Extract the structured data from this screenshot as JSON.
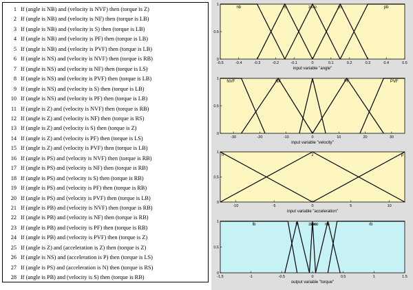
{
  "rules": [
    {
      "n": "1",
      "text": "If (angle is NB) and (velocity is NVF) then (torque is Z)"
    },
    {
      "n": "2",
      "text": "If (angle is NB) and (velocity is NF) then (torque is LB)"
    },
    {
      "n": "3",
      "text": "If (angle is NB) and (velocity is S) then (torque is LB)"
    },
    {
      "n": "4",
      "text": "If (angle is NB) and (velocity is PF) then (torque is LB)"
    },
    {
      "n": "5",
      "text": "If (angle is NB) and (velocity is PVF) then (torque is LB)"
    },
    {
      "n": "6",
      "text": "If (angle is NS) and (velocity is NVF) then (torque is RB)"
    },
    {
      "n": "7",
      "text": "If (angle is NS) and (velocity is NF) then (torque is LS)"
    },
    {
      "n": "8",
      "text": "If (angle is NS) and (velocity is PVF) then (torque is LB)"
    },
    {
      "n": "9",
      "text": "If (angle is NS) and (velocity is S) then (torque is LB)"
    },
    {
      "n": "10",
      "text": "If (angle is NS) and (velocity is PF) then (torque is LB)"
    },
    {
      "n": "11",
      "text": "If (angle is Z) and (velocity is NVF) then (torque is RB)"
    },
    {
      "n": "12",
      "text": "If (angle is Z) and (velocity is NF) then (torque is RS)"
    },
    {
      "n": "13",
      "text": "If (angle is Z) and (velocity is S) then (torque is Z)"
    },
    {
      "n": "14",
      "text": "If (angle is Z) and (velocity is PF) then (torque is LS)"
    },
    {
      "n": "15",
      "text": "If (angle is Z) and (velocity is PVF) then (torque is LB)"
    },
    {
      "n": "16",
      "text": "If (angle is PS) and (velocity is NVF) then (torque is RB)"
    },
    {
      "n": "17",
      "text": "If (angle is PS) and (velocity is NF) then (torque is RB)"
    },
    {
      "n": "18",
      "text": "If (angle is PS) and (velocity is S) then (torque is RB)"
    },
    {
      "n": "19",
      "text": "If (angle is PS) and (velocity is PF) then (torque is RB)"
    },
    {
      "n": "20",
      "text": "If (angle is PS) and (velocity is PVF) then (torque is LB)"
    },
    {
      "n": "21",
      "text": "If (angle is PB) and (velocity is NVF) then (torque is RB)"
    },
    {
      "n": "22",
      "text": "If (angle is PB) and (velocity is NF) then (torque is RB)"
    },
    {
      "n": "23",
      "text": "If (angle is PB) and (velocity is PF) then (torque is RB)"
    },
    {
      "n": "24",
      "text": "If (angle is PB) and (velocity is PVF) then (torque is Z)"
    },
    {
      "n": "25",
      "text": "If (angle is Z) and (acceleration is Z) then (torque is Z)"
    },
    {
      "n": "26",
      "text": "If (angle is NS) and (acceleration is P) then (torque is LS)"
    },
    {
      "n": "27",
      "text": "If (angle is PS) and (acceleration is N) then (torque is RS)"
    },
    {
      "n": "28",
      "text": "If (angle is PB) and (velocity is S) then (torque is RB)"
    }
  ],
  "chart_data": [
    {
      "type": "line",
      "title": "input variable \"angle\"",
      "xlim": [
        -0.5,
        0.5
      ],
      "ylim": [
        0,
        1
      ],
      "xticks": [
        "-0.5",
        "-0.4",
        "-0.3",
        "-0.2",
        "-0.1",
        "0",
        "0.1",
        "0.2",
        "0.3",
        "0.4",
        "0.5"
      ],
      "xtick_values": [
        -0.5,
        -0.4,
        -0.3,
        -0.2,
        -0.1,
        0,
        0.1,
        0.2,
        0.3,
        0.4,
        0.5
      ],
      "yticks": [
        "0",
        "0.5",
        "1"
      ],
      "background": "#fdf6c0",
      "series": [
        {
          "name": "nb",
          "x": [
            -0.5,
            -0.3,
            -0.15
          ],
          "y": [
            1,
            1,
            0
          ]
        },
        {
          "name": "ns",
          "x": [
            -0.3,
            -0.15,
            0
          ],
          "y": [
            0,
            1,
            0
          ]
        },
        {
          "name": "zero",
          "x": [
            -0.15,
            0,
            0.15
          ],
          "y": [
            0,
            1,
            0
          ]
        },
        {
          "name": "ps",
          "x": [
            0,
            0.15,
            0.3
          ],
          "y": [
            0,
            1,
            0
          ]
        },
        {
          "name": "pb",
          "x": [
            0.15,
            0.3,
            0.5
          ],
          "y": [
            0,
            1,
            1
          ]
        }
      ]
    },
    {
      "type": "line",
      "title": "input variable \"velocity\"",
      "xlim": [
        -35,
        35
      ],
      "ylim": [
        0,
        1
      ],
      "xticks": [
        "-30",
        "-20",
        "-10",
        "0",
        "10",
        "20",
        "30"
      ],
      "xtick_values": [
        -30,
        -20,
        -10,
        0,
        10,
        20,
        30
      ],
      "yticks": [
        "0",
        "0.5",
        "1"
      ],
      "background": "#fdf6c0",
      "series": [
        {
          "name": "NVF",
          "x": [
            -35,
            -27,
            -18
          ],
          "y": [
            1,
            1,
            0
          ]
        },
        {
          "name": "NF",
          "x": [
            -27,
            -13,
            0
          ],
          "y": [
            0,
            1,
            0
          ]
        },
        {
          "name": "s",
          "x": [
            -5,
            0,
            5
          ],
          "y": [
            0,
            1,
            0
          ]
        },
        {
          "name": "PF",
          "x": [
            0,
            13,
            27
          ],
          "y": [
            0,
            1,
            0
          ]
        },
        {
          "name": "PVF",
          "x": [
            18,
            27,
            35
          ],
          "y": [
            0,
            1,
            1
          ]
        }
      ]
    },
    {
      "type": "line",
      "title": "input variable \"acceleration\"",
      "xlim": [
        -12,
        12
      ],
      "ylim": [
        0,
        1
      ],
      "xticks": [
        "-10",
        "-5",
        "0",
        "5",
        "10"
      ],
      "xtick_values": [
        -10,
        -5,
        0,
        5,
        10
      ],
      "yticks": [
        "0",
        "0.5",
        "1"
      ],
      "background": "#fdf6c0",
      "series": [
        {
          "name": "n",
          "x": [
            -12,
            0
          ],
          "y": [
            1,
            0
          ]
        },
        {
          "name": "z",
          "x": [
            -12,
            0,
            12
          ],
          "y": [
            0,
            1,
            0
          ]
        },
        {
          "name": "p",
          "x": [
            0,
            12
          ],
          "y": [
            0,
            1
          ]
        }
      ]
    },
    {
      "type": "line",
      "title": "output variable \"torque\"",
      "xlim": [
        -1.5,
        1.5
      ],
      "ylim": [
        0,
        1
      ],
      "xticks": [
        "-1.5",
        "-1",
        "-0.5",
        "0",
        "0.5",
        "1",
        "1.5"
      ],
      "xtick_values": [
        -1.5,
        -1,
        -0.5,
        0,
        0.5,
        1,
        1.5
      ],
      "yticks": [
        "0",
        "0.5",
        "1"
      ],
      "background": "#c6f2f6",
      "series": [
        {
          "name": "lb",
          "x": [
            -1.5,
            -0.4,
            -0.25
          ],
          "y": [
            1,
            1,
            0
          ]
        },
        {
          "name": "ls",
          "x": [
            -0.45,
            -0.25,
            -0.05
          ],
          "y": [
            0,
            1,
            0
          ]
        },
        {
          "name": "zero",
          "x": [
            -0.05,
            0,
            0.05
          ],
          "y": [
            0,
            1,
            0
          ]
        },
        {
          "name": "rs",
          "x": [
            0.05,
            0.25,
            0.45
          ],
          "y": [
            0,
            1,
            0
          ]
        },
        {
          "name": "rb",
          "x": [
            0.25,
            0.4,
            1.5
          ],
          "y": [
            0,
            1,
            1
          ]
        }
      ],
      "extra_labels": [
        {
          "text": "zero",
          "x": 0.03
        },
        {
          "text": "rs",
          "x": 0.23
        }
      ]
    }
  ]
}
